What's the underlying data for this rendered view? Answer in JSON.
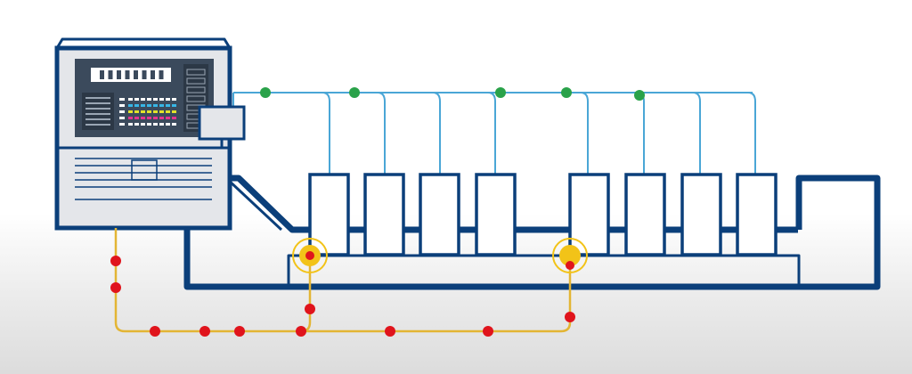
{
  "colors": {
    "navy": "#0b3f7a",
    "panel_bg": "#e4e6ea",
    "screen_bg": "#3b4a5c",
    "screen_dark": "#2c3846",
    "data_line": "#4aa6d6",
    "data_node": "#2aa24a",
    "control_line": "#e3b534",
    "control_node": "#e0141c",
    "sensor_fill": "#f2c318"
  },
  "icons": {
    "console": "control-console-icon",
    "print_unit": "print-unit-icon",
    "network_node": "network-node-icon",
    "sensor": "sensor-icon"
  },
  "diagram": {
    "print_units": 8,
    "sensors": 2,
    "data_nodes": 5,
    "control_nodes": 10
  }
}
